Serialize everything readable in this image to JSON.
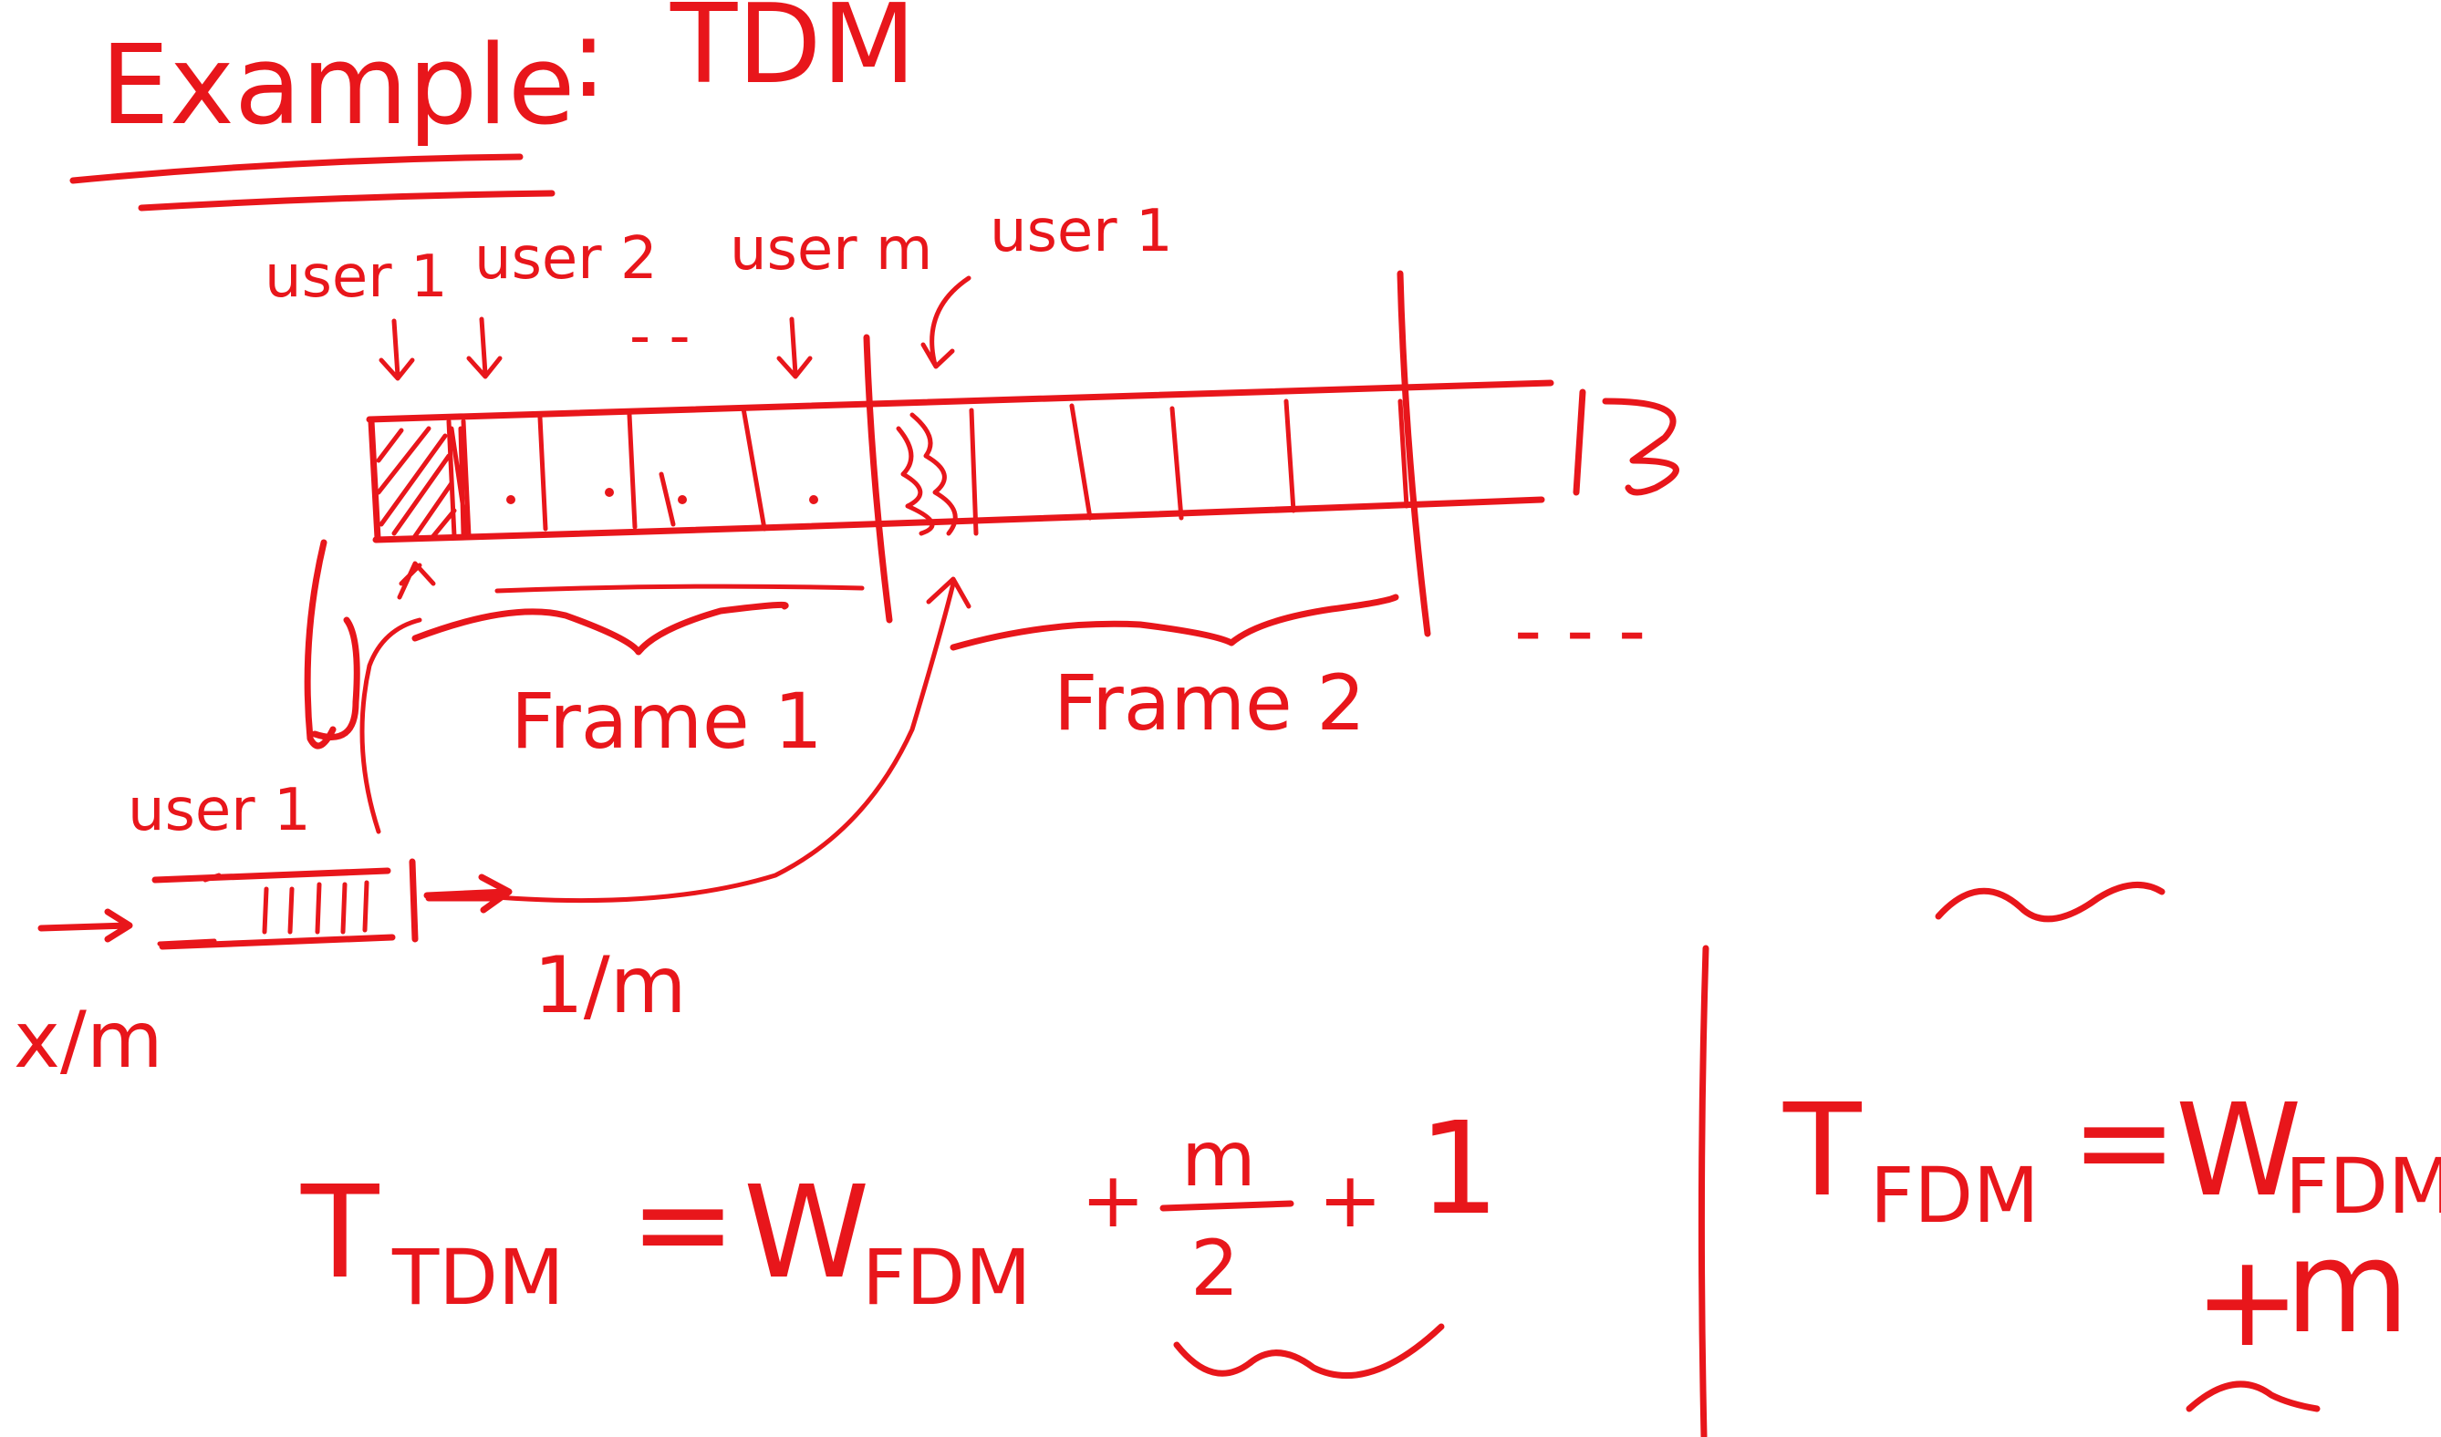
{
  "title": {
    "word": "Example",
    "colon": ":",
    "topic": "TDM"
  },
  "slot_labels": {
    "first": "user 1",
    "second": "user 2",
    "dots": "- -",
    "last": "user m",
    "next_frame_first": "user 1"
  },
  "frames": {
    "frame1": "Frame 1",
    "frame2": "Frame 2",
    "continuation": "- - -"
  },
  "input_queue": {
    "label": "user 1",
    "input_rate": "x/m",
    "output_rate": "1/m"
  },
  "equation_tdm": {
    "lhs": "T",
    "lhs_sub": "TDM",
    "equals": "=",
    "w": "W",
    "w_sub": "FDM",
    "plus1": "+",
    "frac_num": "m",
    "frac_den": "2",
    "plus2": "+",
    "one": "1"
  },
  "equation_fdm": {
    "lhs": "T",
    "lhs_sub": "FDM",
    "equals": "=",
    "w": "W",
    "w_sub": "FDM",
    "plus": "+",
    "m": "m"
  },
  "colors": {
    "ink": "#e8161b",
    "background": "#ffffff"
  }
}
